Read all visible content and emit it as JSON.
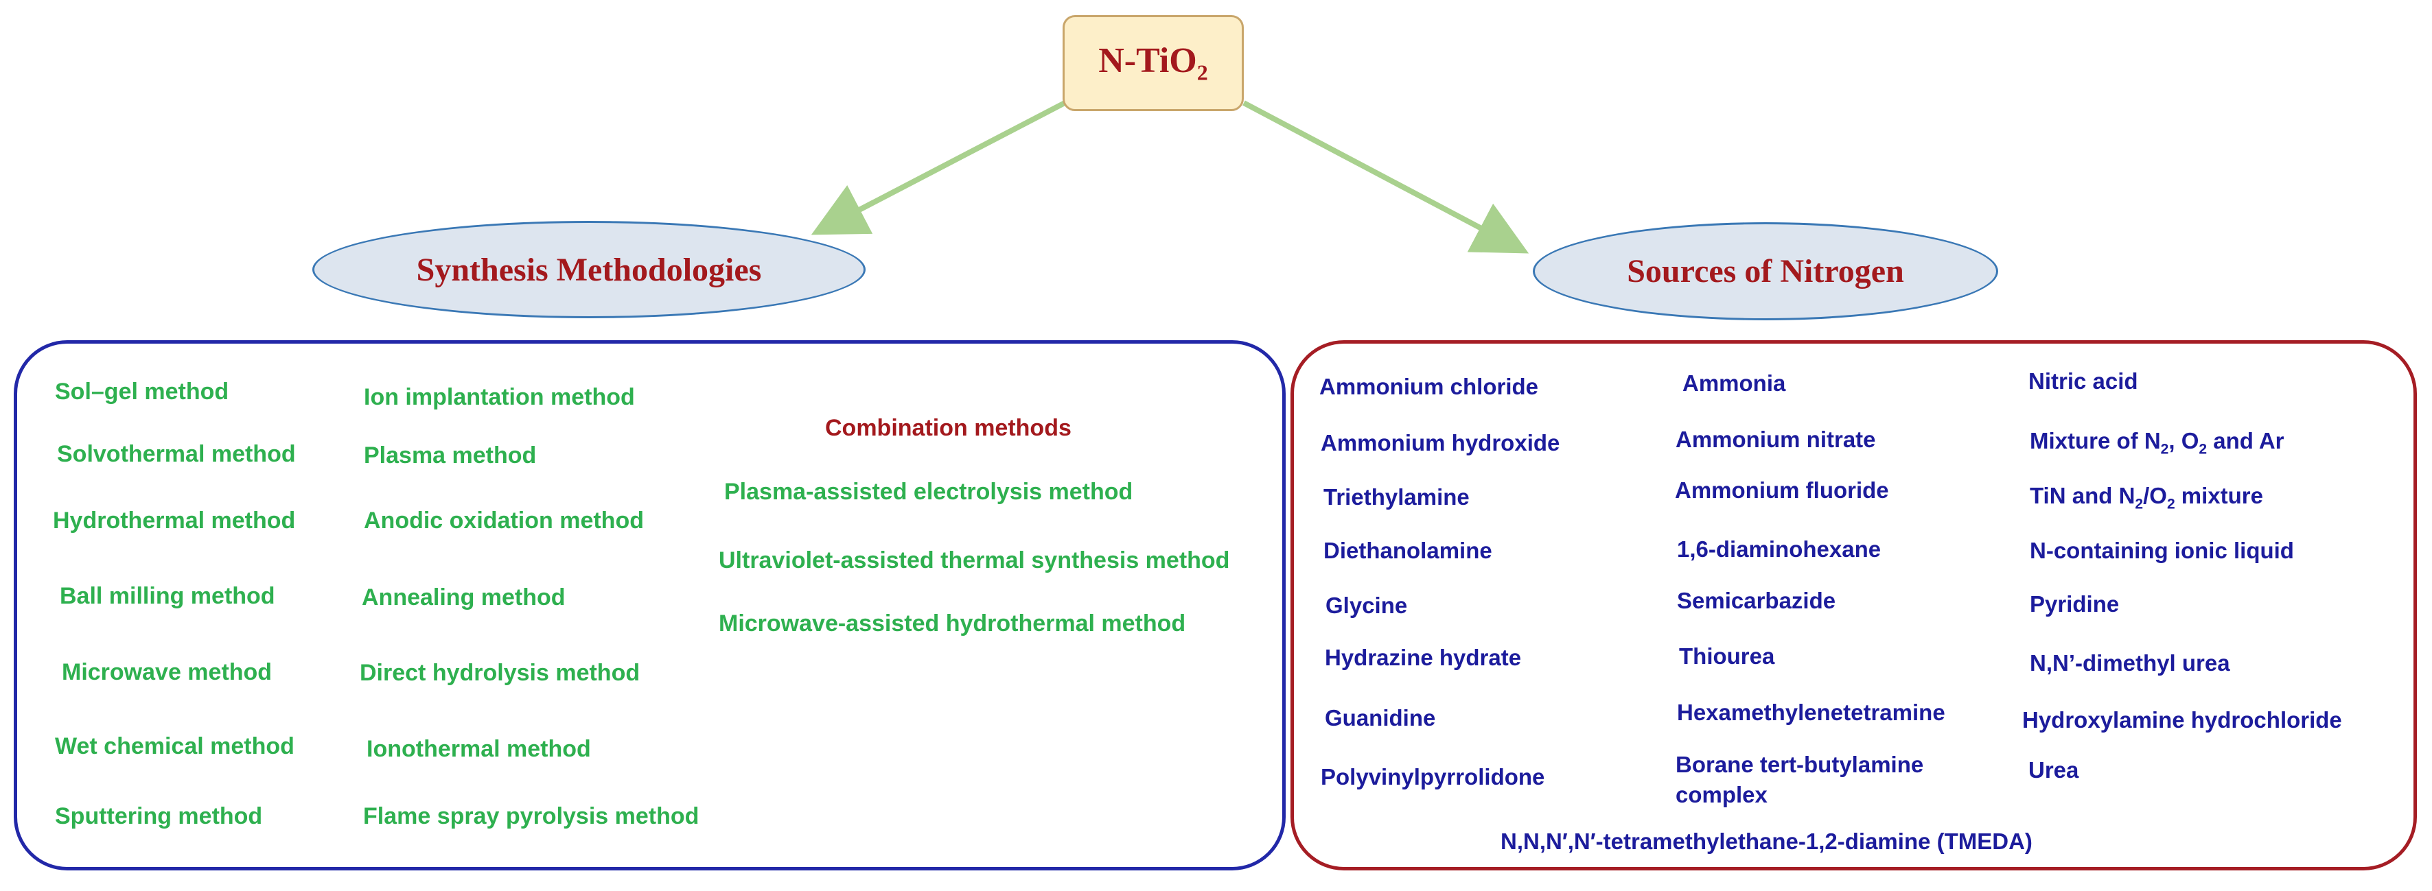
{
  "root": {
    "label": "N-TiO",
    "sub": "2"
  },
  "branches": {
    "synthesis": "Synthesis Methodologies",
    "sources": "Sources of Nitrogen"
  },
  "synthesis_methods": {
    "col1": [
      "Sol–gel method",
      "Solvothermal method",
      "Hydrothermal method",
      "Ball milling method",
      "Microwave method",
      "Wet chemical method",
      "Sputtering method"
    ],
    "col2": [
      "Ion implantation method",
      "Plasma method",
      "Anodic oxidation method",
      "Annealing method",
      "Direct hydrolysis method",
      "Ionothermal method",
      "Flame spray pyrolysis method"
    ],
    "combination_title": "Combination methods",
    "combination": [
      "Plasma-assisted electrolysis method",
      "Ultraviolet-assisted thermal synthesis method",
      "Microwave-assisted hydrothermal method"
    ]
  },
  "nitrogen_sources": {
    "col1": [
      "Ammonium chloride",
      "Ammonium hydroxide",
      "Triethylamine",
      "Diethanolamine",
      "Glycine",
      "Hydrazine hydrate",
      "Guanidine",
      "Polyvinylpyrrolidone"
    ],
    "col2": [
      "Ammonia",
      "Ammonium nitrate",
      "Ammonium fluoride",
      "1,6-diaminohexane",
      "Semicarbazide",
      "Thiourea",
      "Hexamethylenetetramine",
      "Borane tert-butylamine complex"
    ],
    "col3_misc": {
      "mixture_a": "Mixture of N",
      "mixture_b": ", O",
      "mixture_c": " and Ar",
      "tin_a": "TiN and N",
      "tin_b": "/O",
      "tin_c": " mixture",
      "sub2": "2"
    },
    "col3": [
      "Nitric acid",
      "N-containing ionic liquid",
      "Pyridine",
      "N,N’-dimethyl urea",
      "Hydroxylamine hydrochloride",
      "Urea"
    ],
    "bottom": "N,N,N′,N′-tetramethylethane-1,2-diamine (TMEDA)"
  },
  "colors": {
    "title_red": "#a3191d",
    "method_green": "#2eb04f",
    "source_blue": "#1c1c9c",
    "arrow_green": "#a9d18e",
    "synth_border": "#2228a8",
    "source_border": "#a51d24",
    "ellipse_fill": "#dde5ef",
    "root_fill": "#fdefc9"
  }
}
